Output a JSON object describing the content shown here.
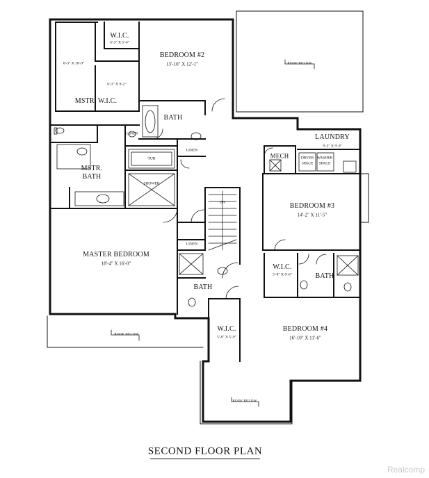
{
  "rooms": {
    "wic_top": {
      "name": "W.I.C.",
      "dim": "6'-3\" X 5'-6\""
    },
    "bedroom2": {
      "name": "BEDROOM #2",
      "dim": "13'-10\" X 12'-1\""
    },
    "closet_left": {
      "dim": "6'-3\" X 10'-9\""
    },
    "closet_mid": {
      "dim": "6'-3\" X 9'-2\""
    },
    "mstr_wic": {
      "name": "MSTR. W.I.C."
    },
    "bath_top": {
      "name": "BATH"
    },
    "linen_top": {
      "name": "LINEN"
    },
    "linen_right": {
      "name": "LINEN"
    },
    "tub": {
      "name": "TUB"
    },
    "shower": {
      "name": "SHOWER"
    },
    "mstr_bath": {
      "name": "MSTR.",
      "name2": "BATH"
    },
    "laundry": {
      "name": "LAUNDRY",
      "dim": "9'-2\" X 9'-9\""
    },
    "mech": {
      "name": "MECH"
    },
    "dryer": {
      "name": "DRYER",
      "name2": "SPACE"
    },
    "washer": {
      "name": "WASHER",
      "name2": "SPACE"
    },
    "bedroom3": {
      "name": "BEDROOM #3",
      "dim": "14'-2\" X 11'-5\""
    },
    "master_bedroom": {
      "name": "MASTER BEDROOM",
      "dim": "18'-4\" X 16'-0\""
    },
    "linen_stair": {
      "name": "LINEN"
    },
    "wic_mid": {
      "name": "W.I.C.",
      "dim": "5'-8\" X 6'-6\""
    },
    "bath_mid": {
      "name": "BATH"
    },
    "bath_right": {
      "name": "BATH"
    },
    "wic_bottom": {
      "name": "W.I.C.",
      "dim": "5'-8\" X 5'-9\""
    },
    "bedroom4": {
      "name": "BEDROOM #4",
      "dim": "16'-10\" X 11'-6\""
    },
    "stair_dn": {
      "name": "DN"
    }
  },
  "roof_notes": {
    "top_right": "ROOF BELOW",
    "bottom_left": "ROOF BELOW",
    "bottom_mid": "ROOF BELOW"
  },
  "title": "SECOND FLOOR PLAN",
  "watermark": "Realcomp"
}
